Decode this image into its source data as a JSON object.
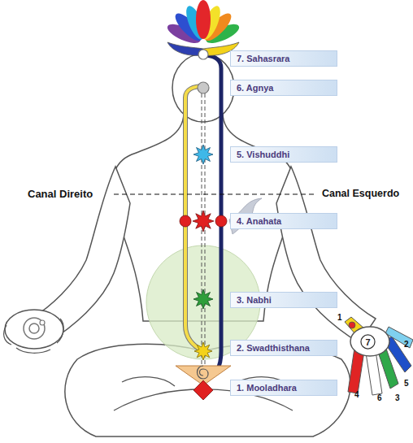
{
  "diagram": {
    "nodes": [
      {
        "text": [
          "7. Sahasrara"
        ]
      },
      {
        "text": [
          "6. Agnya"
        ]
      },
      {
        "text": [
          "5. Vishuddhi"
        ]
      },
      {
        "text": [
          "4. Anahata"
        ]
      },
      {
        "text": [
          "3. Nabhi"
        ]
      },
      {
        "text": [
          "2. Swadthisthana"
        ]
      },
      {
        "text": [
          "1. Mooladhara"
        ]
      },
      {
        "text": [
          "7"
        ]
      }
    ],
    "labels": [
      "Canal Direito",
      "Canal Esquerdo",
      "1",
      "2",
      "4",
      "6",
      "3",
      "5"
    ]
  }
}
